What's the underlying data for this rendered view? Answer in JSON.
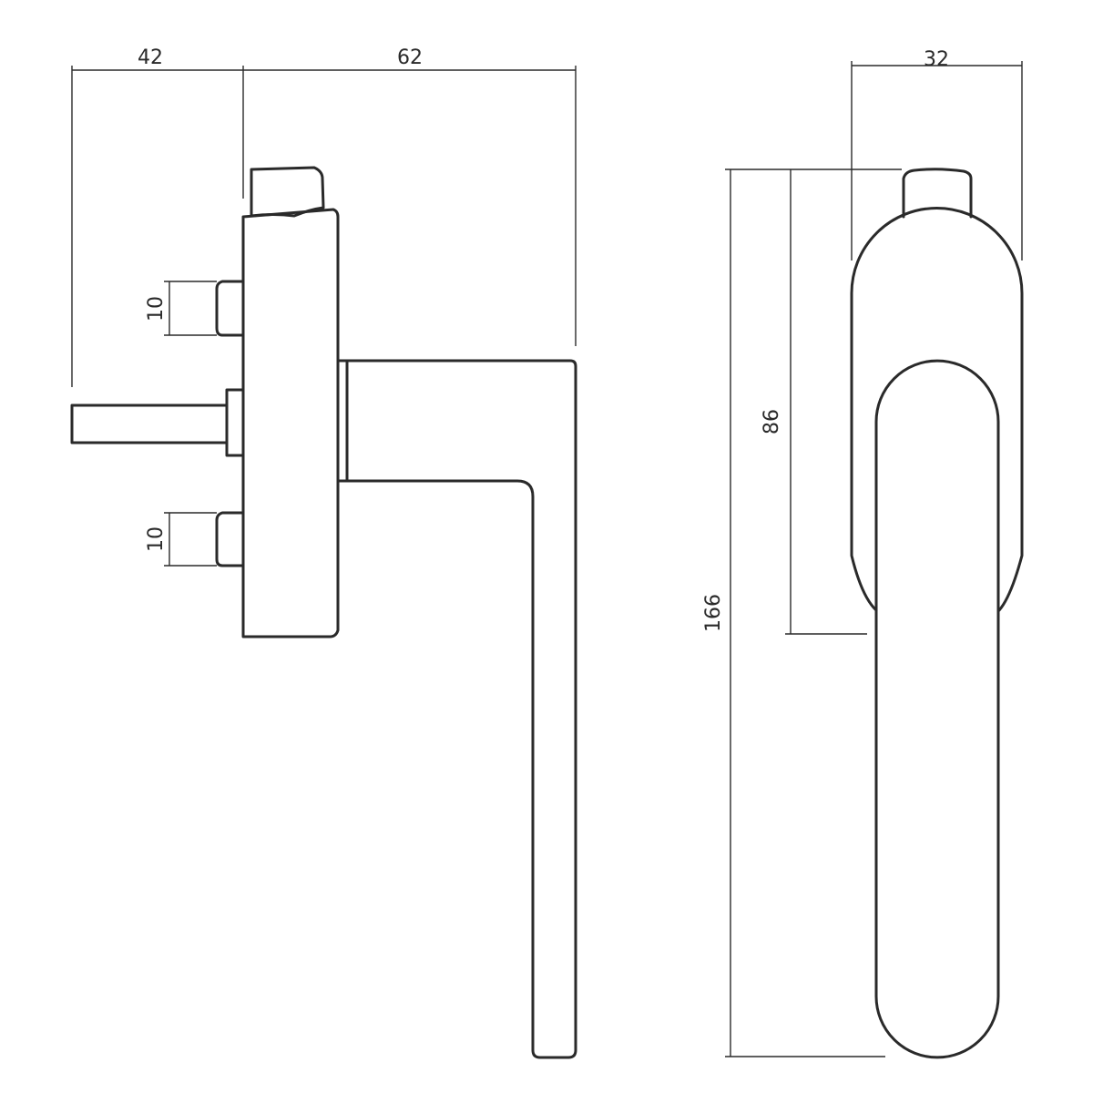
{
  "dimensions": {
    "side_offset": "42",
    "side_projection": "62",
    "upper_block_height": "10",
    "lower_block_height": "10",
    "front_width": "32",
    "rose_height": "86",
    "total_height": "166"
  }
}
